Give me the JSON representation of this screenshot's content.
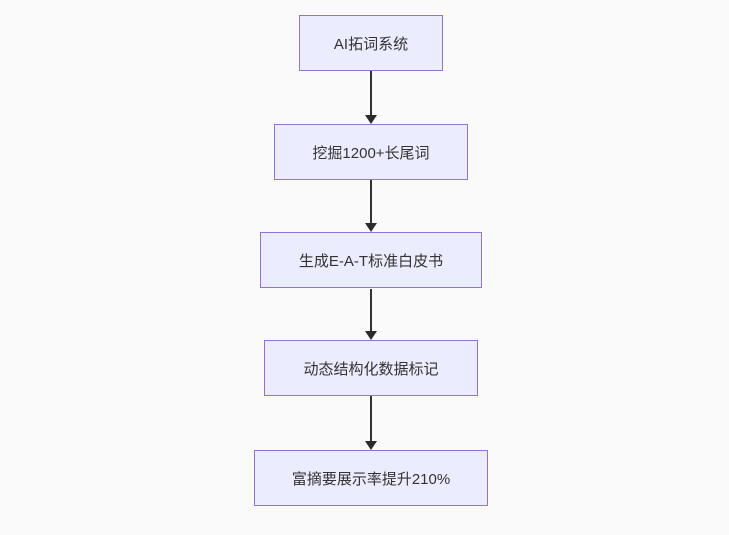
{
  "flowchart": {
    "type": "flowchart-top-down",
    "nodes": [
      {
        "id": "A",
        "label": "AI拓词系统"
      },
      {
        "id": "B",
        "label": "挖掘1200+长尾词"
      },
      {
        "id": "C",
        "label": "生成E-A-T标准白皮书"
      },
      {
        "id": "D",
        "label": "动态结构化数据标记"
      },
      {
        "id": "E",
        "label": "富摘要展示率提升210%"
      }
    ],
    "edges": [
      {
        "from": "A",
        "to": "B"
      },
      {
        "from": "B",
        "to": "C"
      },
      {
        "from": "C",
        "to": "D"
      },
      {
        "from": "D",
        "to": "E"
      }
    ],
    "colors": {
      "background": "#fafafa",
      "node_fill": "#ECECFF",
      "node_border": "#9370DB",
      "node_text": "#333333",
      "arrow": "#333333"
    }
  }
}
